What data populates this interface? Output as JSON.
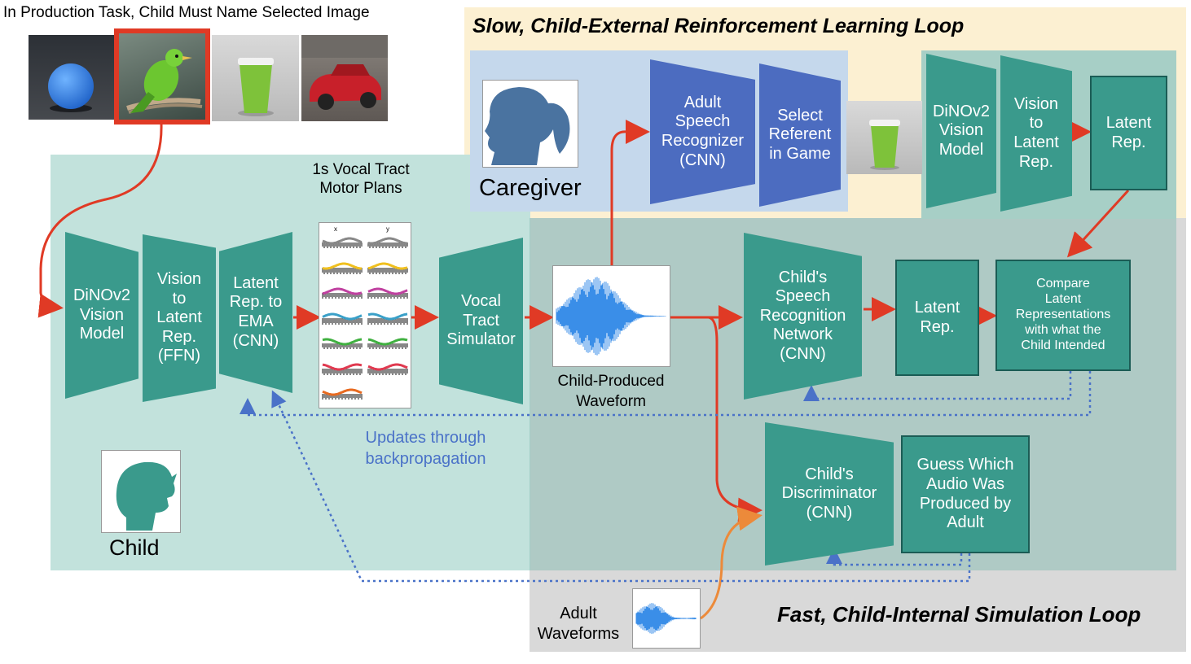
{
  "colors": {
    "teal_module": "#3a9a8c",
    "teal_border": "#1b5c55",
    "blue_module": "#4c6cc0",
    "child_region": "#c2e2dc",
    "fast_region": "#d9d9d9",
    "slow_region": "#fcf0d2",
    "caregiver_region": "#c5d8ec",
    "red_arrow": "#e03a25",
    "blue_dotted": "#4a72c8",
    "orange_arrow": "#ec8a3a"
  },
  "header": {
    "task_title": "In Production Task, Child Must Name Selected Image",
    "images": [
      "ball-image",
      "bird-image",
      "cup-image",
      "car-image"
    ],
    "selected_image": "bird-image"
  },
  "slow_loop": {
    "title": "Slow, Child-External Reinforcement Learning Loop",
    "caregiver_label": "Caregiver",
    "adult_recognizer": "Adult\nSpeech\nRecognizer\n(CNN)",
    "select_referent": "Select\nReferent\nin Game",
    "dinov2": "DiNOv2\nVision\nModel",
    "vision_to_latent": "Vision\nto\nLatent\nRep.",
    "latent_rep": "Latent\nRep."
  },
  "child_block": {
    "motor_plans_title": "1s Vocal Tract\nMotor Plans",
    "motor_plan_axes": [
      "x",
      "y"
    ],
    "dinov2": "DiNOv2\nVision\nModel",
    "vision_to_latent": "Vision\nto\nLatent\nRep.\n(FFN)",
    "latent_to_ema": "Latent\nRep. to\nEMA\n(CNN)",
    "vocal_tract": "Vocal\nTract\nSimulator",
    "waveform_label": "Child-Produced\nWaveform",
    "backprop_note": "Updates through\nbackpropagation",
    "child_label": "Child"
  },
  "fast_loop": {
    "title": "Fast, Child-Internal Simulation Loop",
    "speech_recognition": "Child's\nSpeech\nRecognition\nNetwork\n(CNN)",
    "latent_rep": "Latent\nRep.",
    "compare": "Compare\nLatent\nRepresentations\nwith what the\nChild Intended",
    "discriminator": "Child's\nDiscriminator\n(CNN)",
    "guess": "Guess Which\nAudio Was\nProduced by\nAdult",
    "adult_waveforms_label": "Adult\nWaveforms"
  }
}
